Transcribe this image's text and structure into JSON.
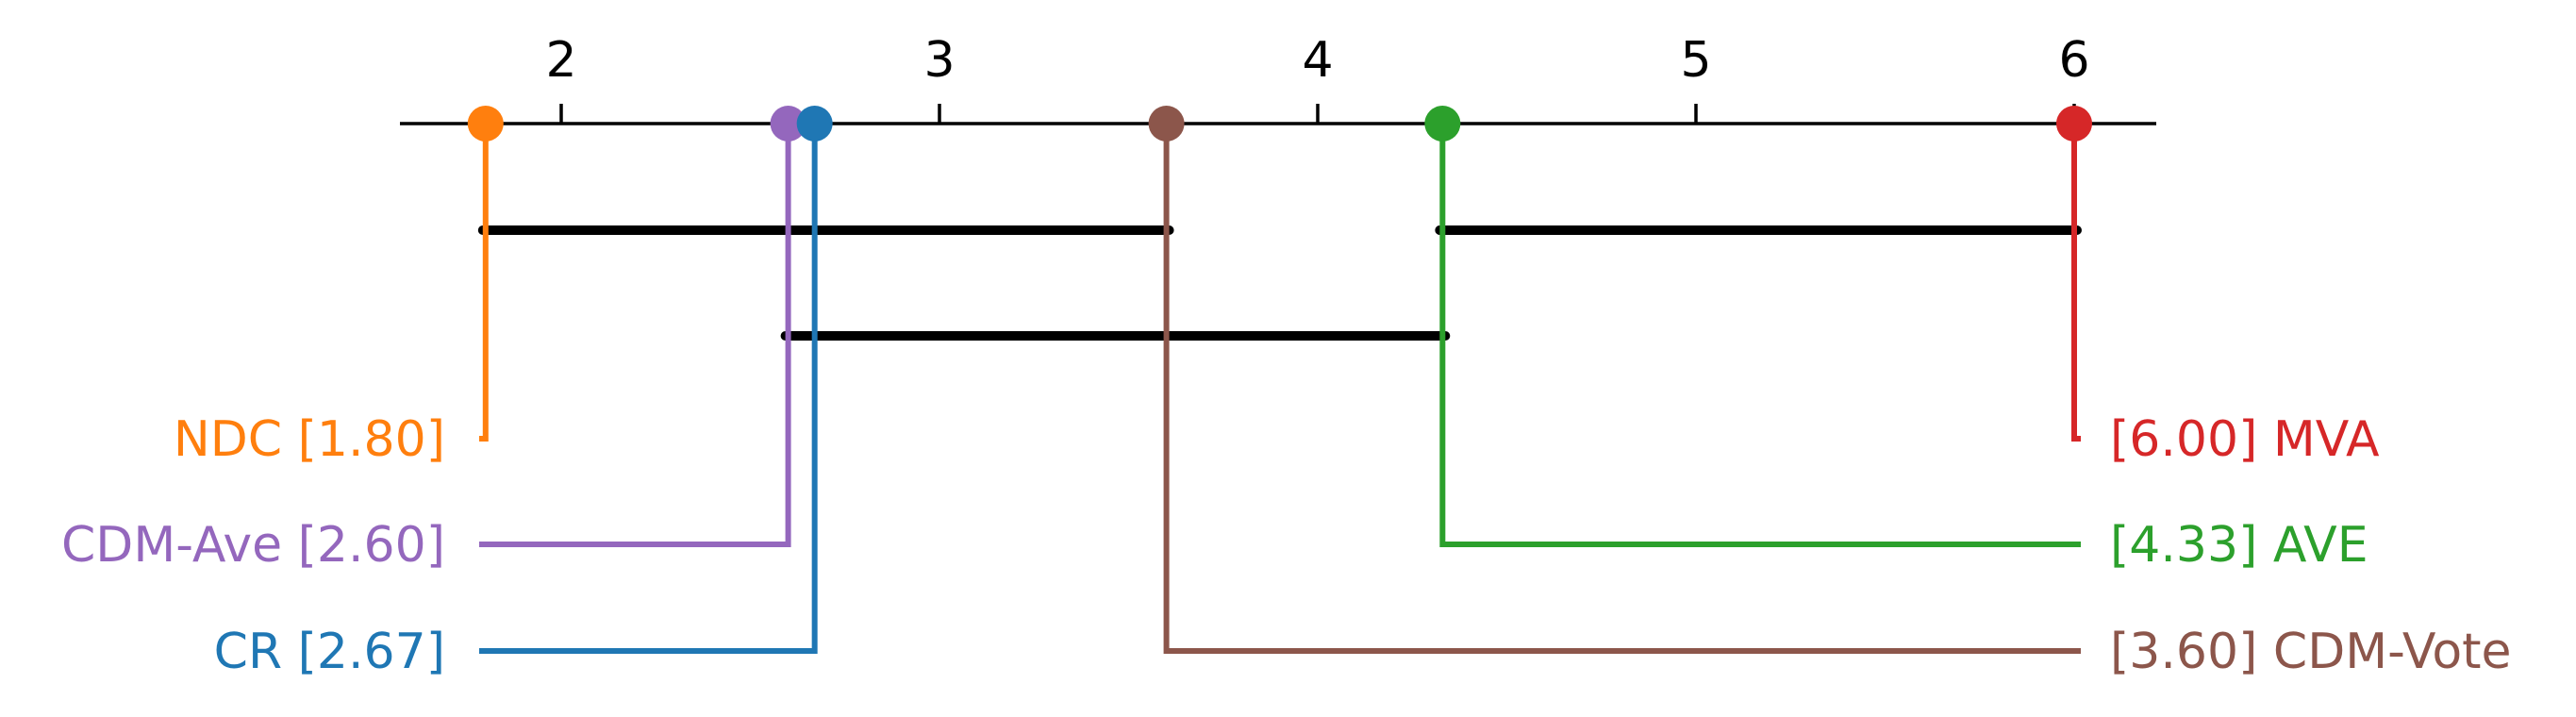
{
  "chart_data": {
    "type": "critical-difference",
    "axis": {
      "range": [
        1.55,
        6.22
      ],
      "ticks": [
        2,
        3,
        4,
        5,
        6
      ],
      "tick_labels": [
        "2",
        "3",
        "4",
        "5",
        "6"
      ]
    },
    "methods": [
      {
        "name": "NDC",
        "rank": 1.8,
        "label": "NDC [1.80]",
        "color": "#ff7f0e",
        "side": "left"
      },
      {
        "name": "CDM-Ave",
        "rank": 2.6,
        "label": "CDM-Ave [2.60]",
        "color": "#9467bd",
        "side": "left"
      },
      {
        "name": "CR",
        "rank": 2.67,
        "label": "CR [2.67]",
        "color": "#1f77b4",
        "side": "left"
      },
      {
        "name": "MVA",
        "rank": 6.0,
        "label": "[6.00] MVA",
        "color": "#d62728",
        "side": "right"
      },
      {
        "name": "AVE",
        "rank": 4.33,
        "label": "[4.33] AVE",
        "color": "#2ca02c",
        "side": "right"
      },
      {
        "name": "CDM-Vote",
        "rank": 3.6,
        "label": "[3.60] CDM-Vote",
        "color": "#8c564b",
        "side": "right"
      }
    ],
    "cliques": [
      {
        "from": 1.8,
        "to": 3.6
      },
      {
        "from": 4.33,
        "to": 6.0
      },
      {
        "from": 2.6,
        "to": 4.33
      }
    ],
    "grid": false
  }
}
